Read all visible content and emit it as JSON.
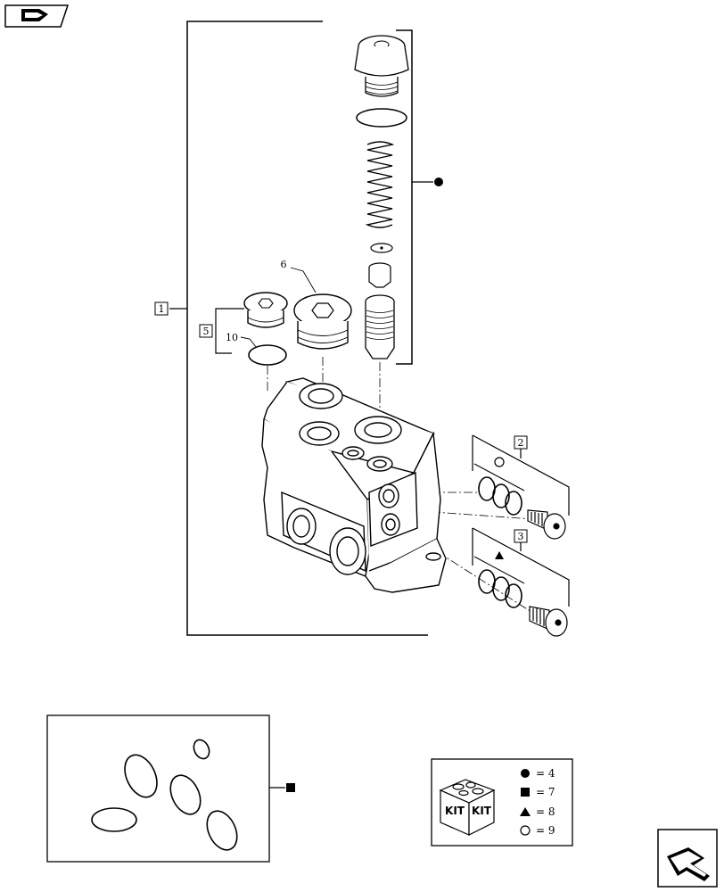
{
  "callouts": {
    "item1": "1",
    "item2": "2",
    "item3": "3",
    "item5": "5",
    "item6": "6",
    "item10": "10"
  },
  "legend": {
    "kit_word": "KIT",
    "entries": [
      {
        "symbol": "filled-circle",
        "text": "= 4"
      },
      {
        "symbol": "filled-square",
        "text": "= 7"
      },
      {
        "symbol": "filled-triangle",
        "text": "= 8"
      },
      {
        "symbol": "open-circle",
        "text": "= 9"
      }
    ]
  }
}
